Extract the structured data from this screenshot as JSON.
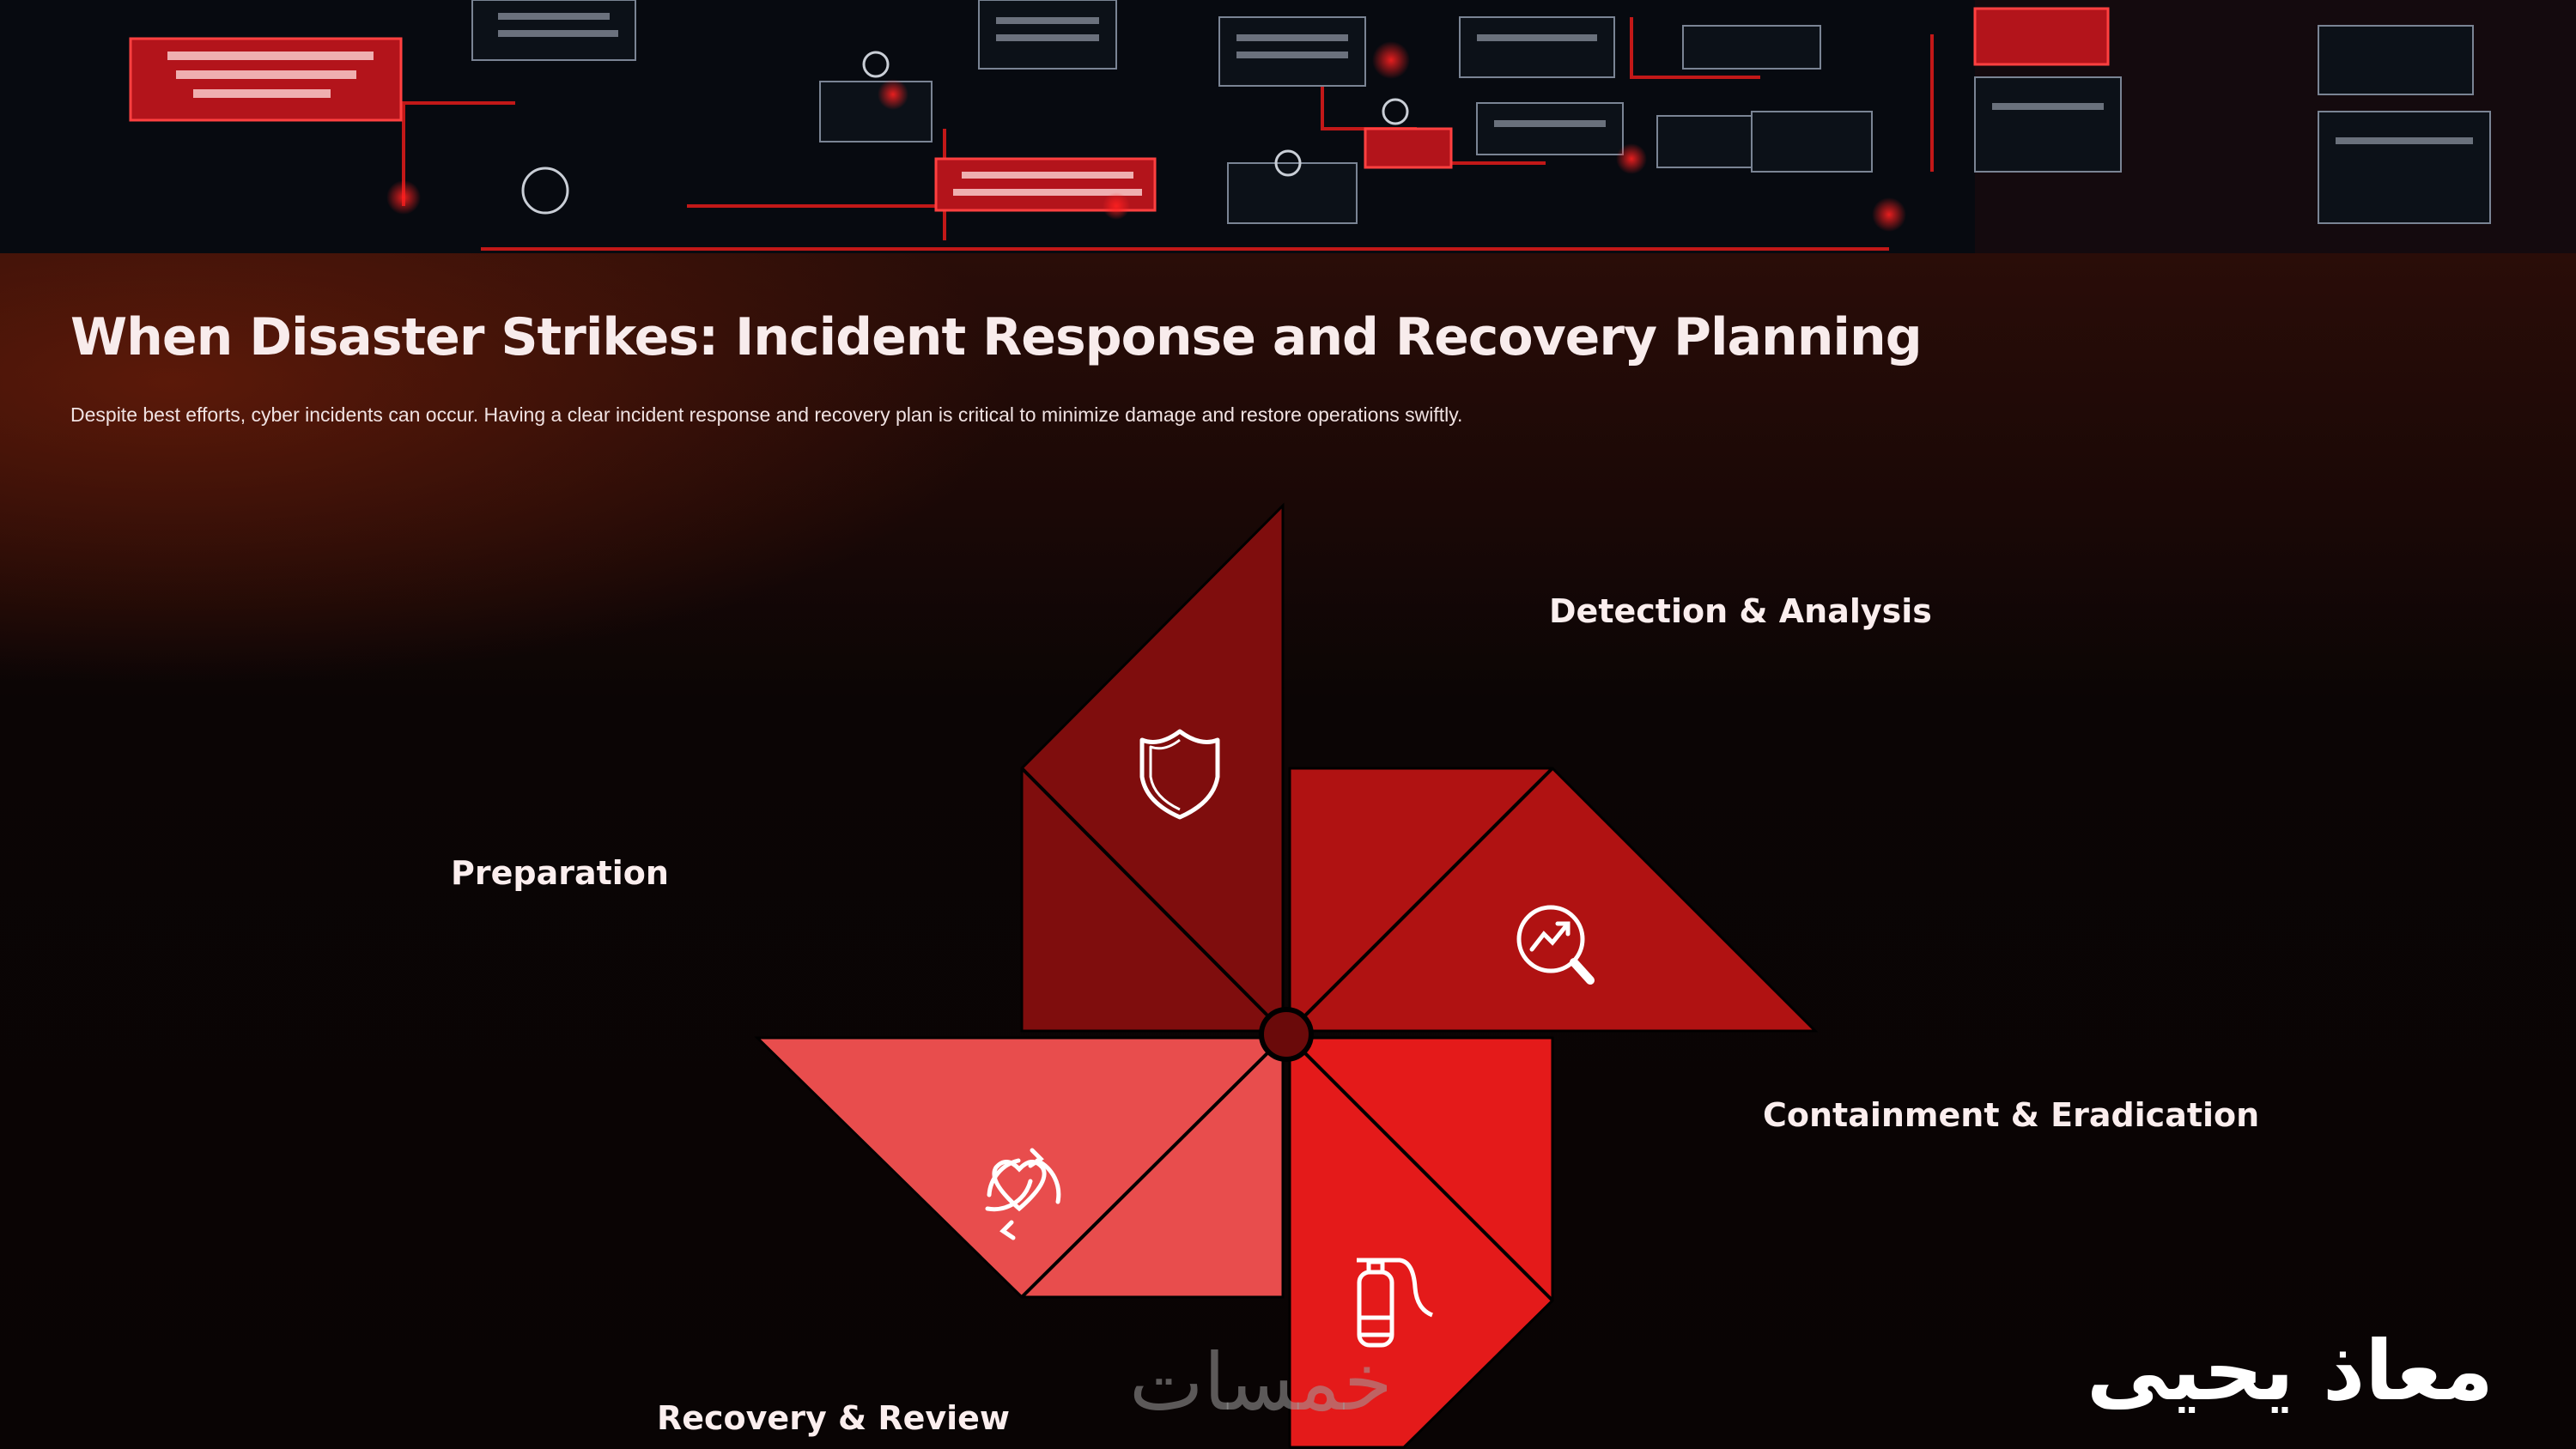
{
  "slide": {
    "title": "When Disaster Strikes: Incident Response and Recovery Planning",
    "subtitle": "Despite best efforts, cyber incidents can occur. Having a clear incident response and recovery plan is critical to minimize damage and restore operations swiftly."
  },
  "stages": [
    {
      "label": "Preparation",
      "icon": "shield-icon",
      "color": "#7f0d0d"
    },
    {
      "label": "Detection & Analysis",
      "icon": "magnifier-trend-icon",
      "color": "#b01212"
    },
    {
      "label": "Containment & Eradication",
      "icon": "fire-extinguisher-icon",
      "color": "#e41a1a"
    },
    {
      "label": "Recovery & Review",
      "icon": "heart-refresh-icon",
      "color": "#e84d4d"
    }
  ],
  "watermark": "خمسات",
  "author": "معاذ يحيى"
}
